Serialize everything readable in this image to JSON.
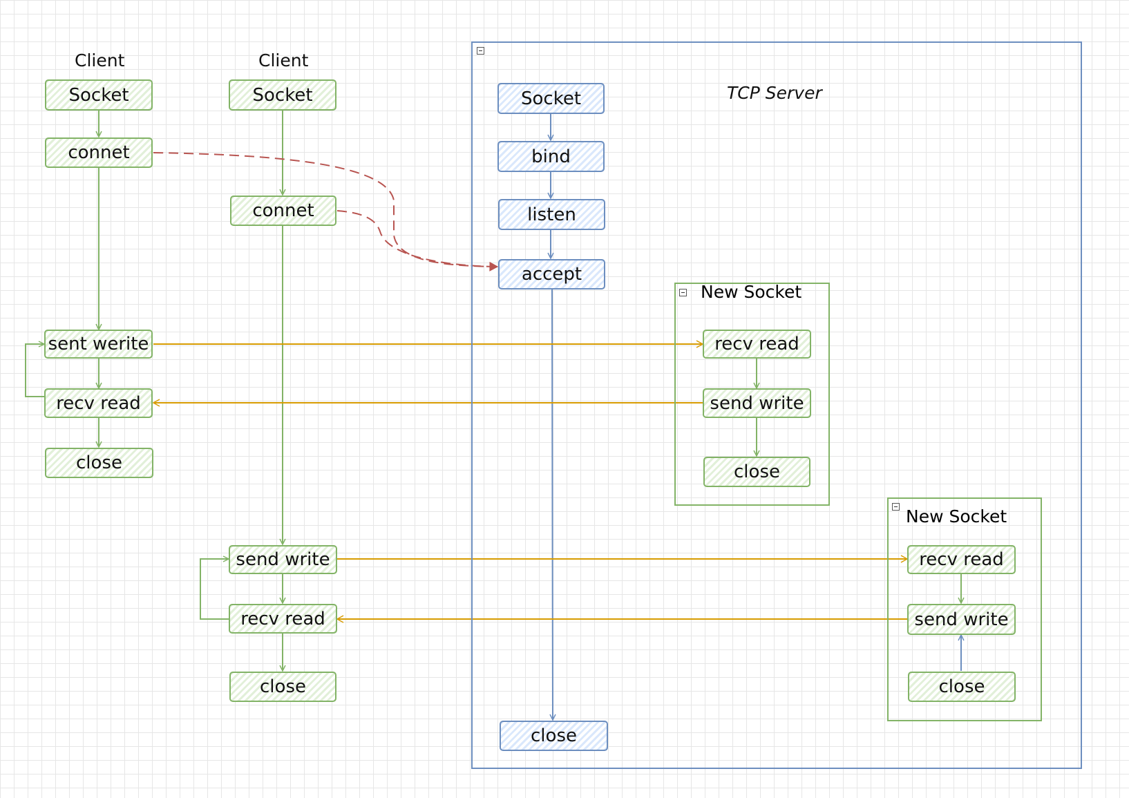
{
  "clients": [
    {
      "title": "Client",
      "nodes": {
        "socket": "Socket",
        "connect": "connet",
        "send": "sent werite",
        "recv": "recv read",
        "close": "close"
      }
    },
    {
      "title": "Client",
      "nodes": {
        "socket": "Socket",
        "connect": "connet",
        "send": "send write",
        "recv": "recv read",
        "close": "close"
      }
    }
  ],
  "server": {
    "title": "TCP Server",
    "nodes": {
      "socket": "Socket",
      "bind": "bind",
      "listen": "listen",
      "accept": "accept",
      "close": "close"
    },
    "new_sockets": [
      {
        "title": "New Socket",
        "nodes": {
          "recv": "recv read",
          "send": "send write",
          "close": "close"
        }
      },
      {
        "title": "New Socket",
        "nodes": {
          "recv": "recv read",
          "send": "send write",
          "close": "close"
        }
      }
    ]
  },
  "colors": {
    "green_stroke": "#82b366",
    "blue_stroke": "#6c8ebf",
    "orange_edge": "#d79b00",
    "red_edge": "#b85450"
  }
}
